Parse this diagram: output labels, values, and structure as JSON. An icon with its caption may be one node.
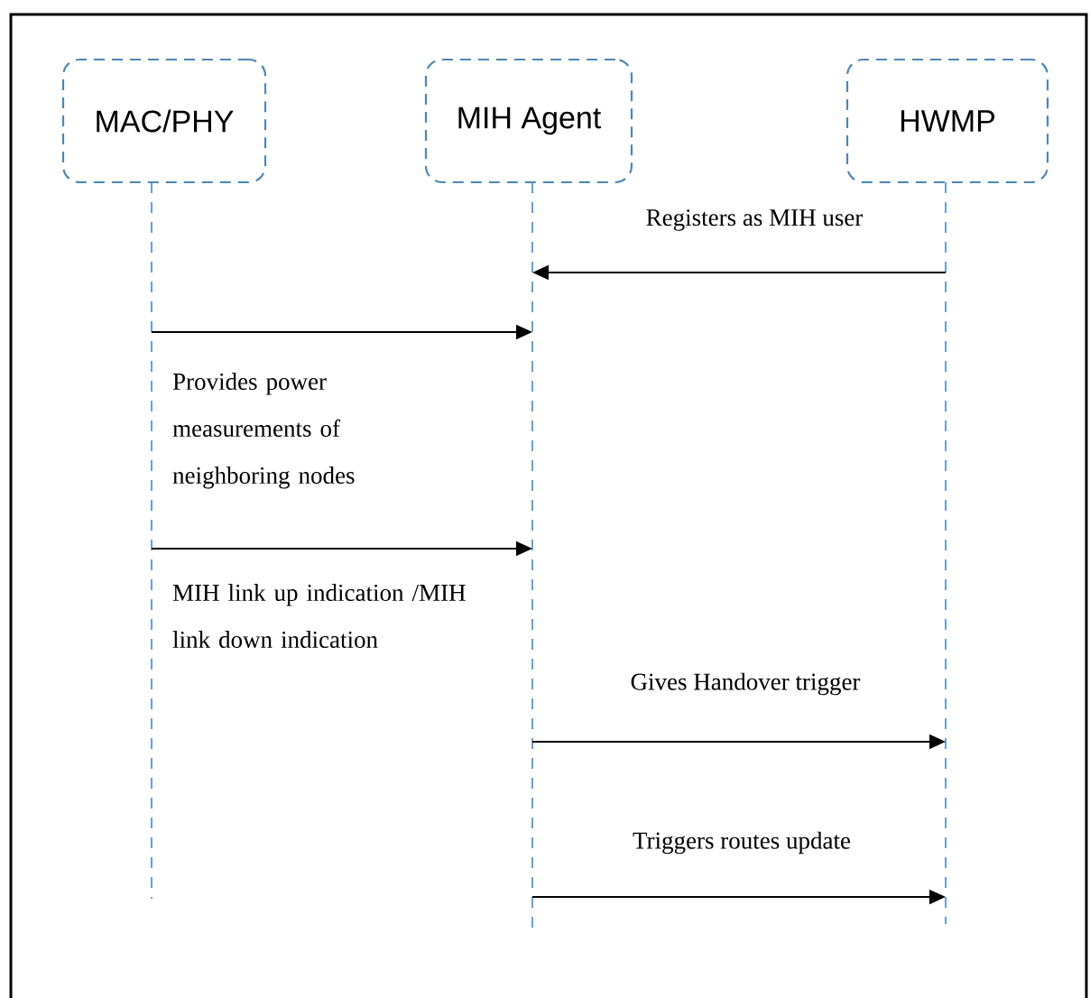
{
  "diagram": {
    "nodes": [
      {
        "text": [
          "MAC/PHY"
        ]
      },
      {
        "text": [
          "MIH Agent"
        ]
      },
      {
        "text": [
          "HWMP"
        ]
      }
    ],
    "edges": [
      {
        "from": 2,
        "to": 1,
        "arrow": "to",
        "label": "Registers as MIH user"
      },
      {
        "from": 0,
        "to": 1,
        "arrow": "to",
        "label": "Provides power measurements of neighboring nodes"
      },
      {
        "from": 0,
        "to": 1,
        "arrow": "to",
        "label": "MIH link up indication /MIH link down indication"
      },
      {
        "from": 1,
        "to": 2,
        "arrow": "to",
        "label": "Gives Handover trigger"
      },
      {
        "from": 1,
        "to": 2,
        "arrow": "to",
        "label": "Triggers routes update"
      }
    ]
  }
}
